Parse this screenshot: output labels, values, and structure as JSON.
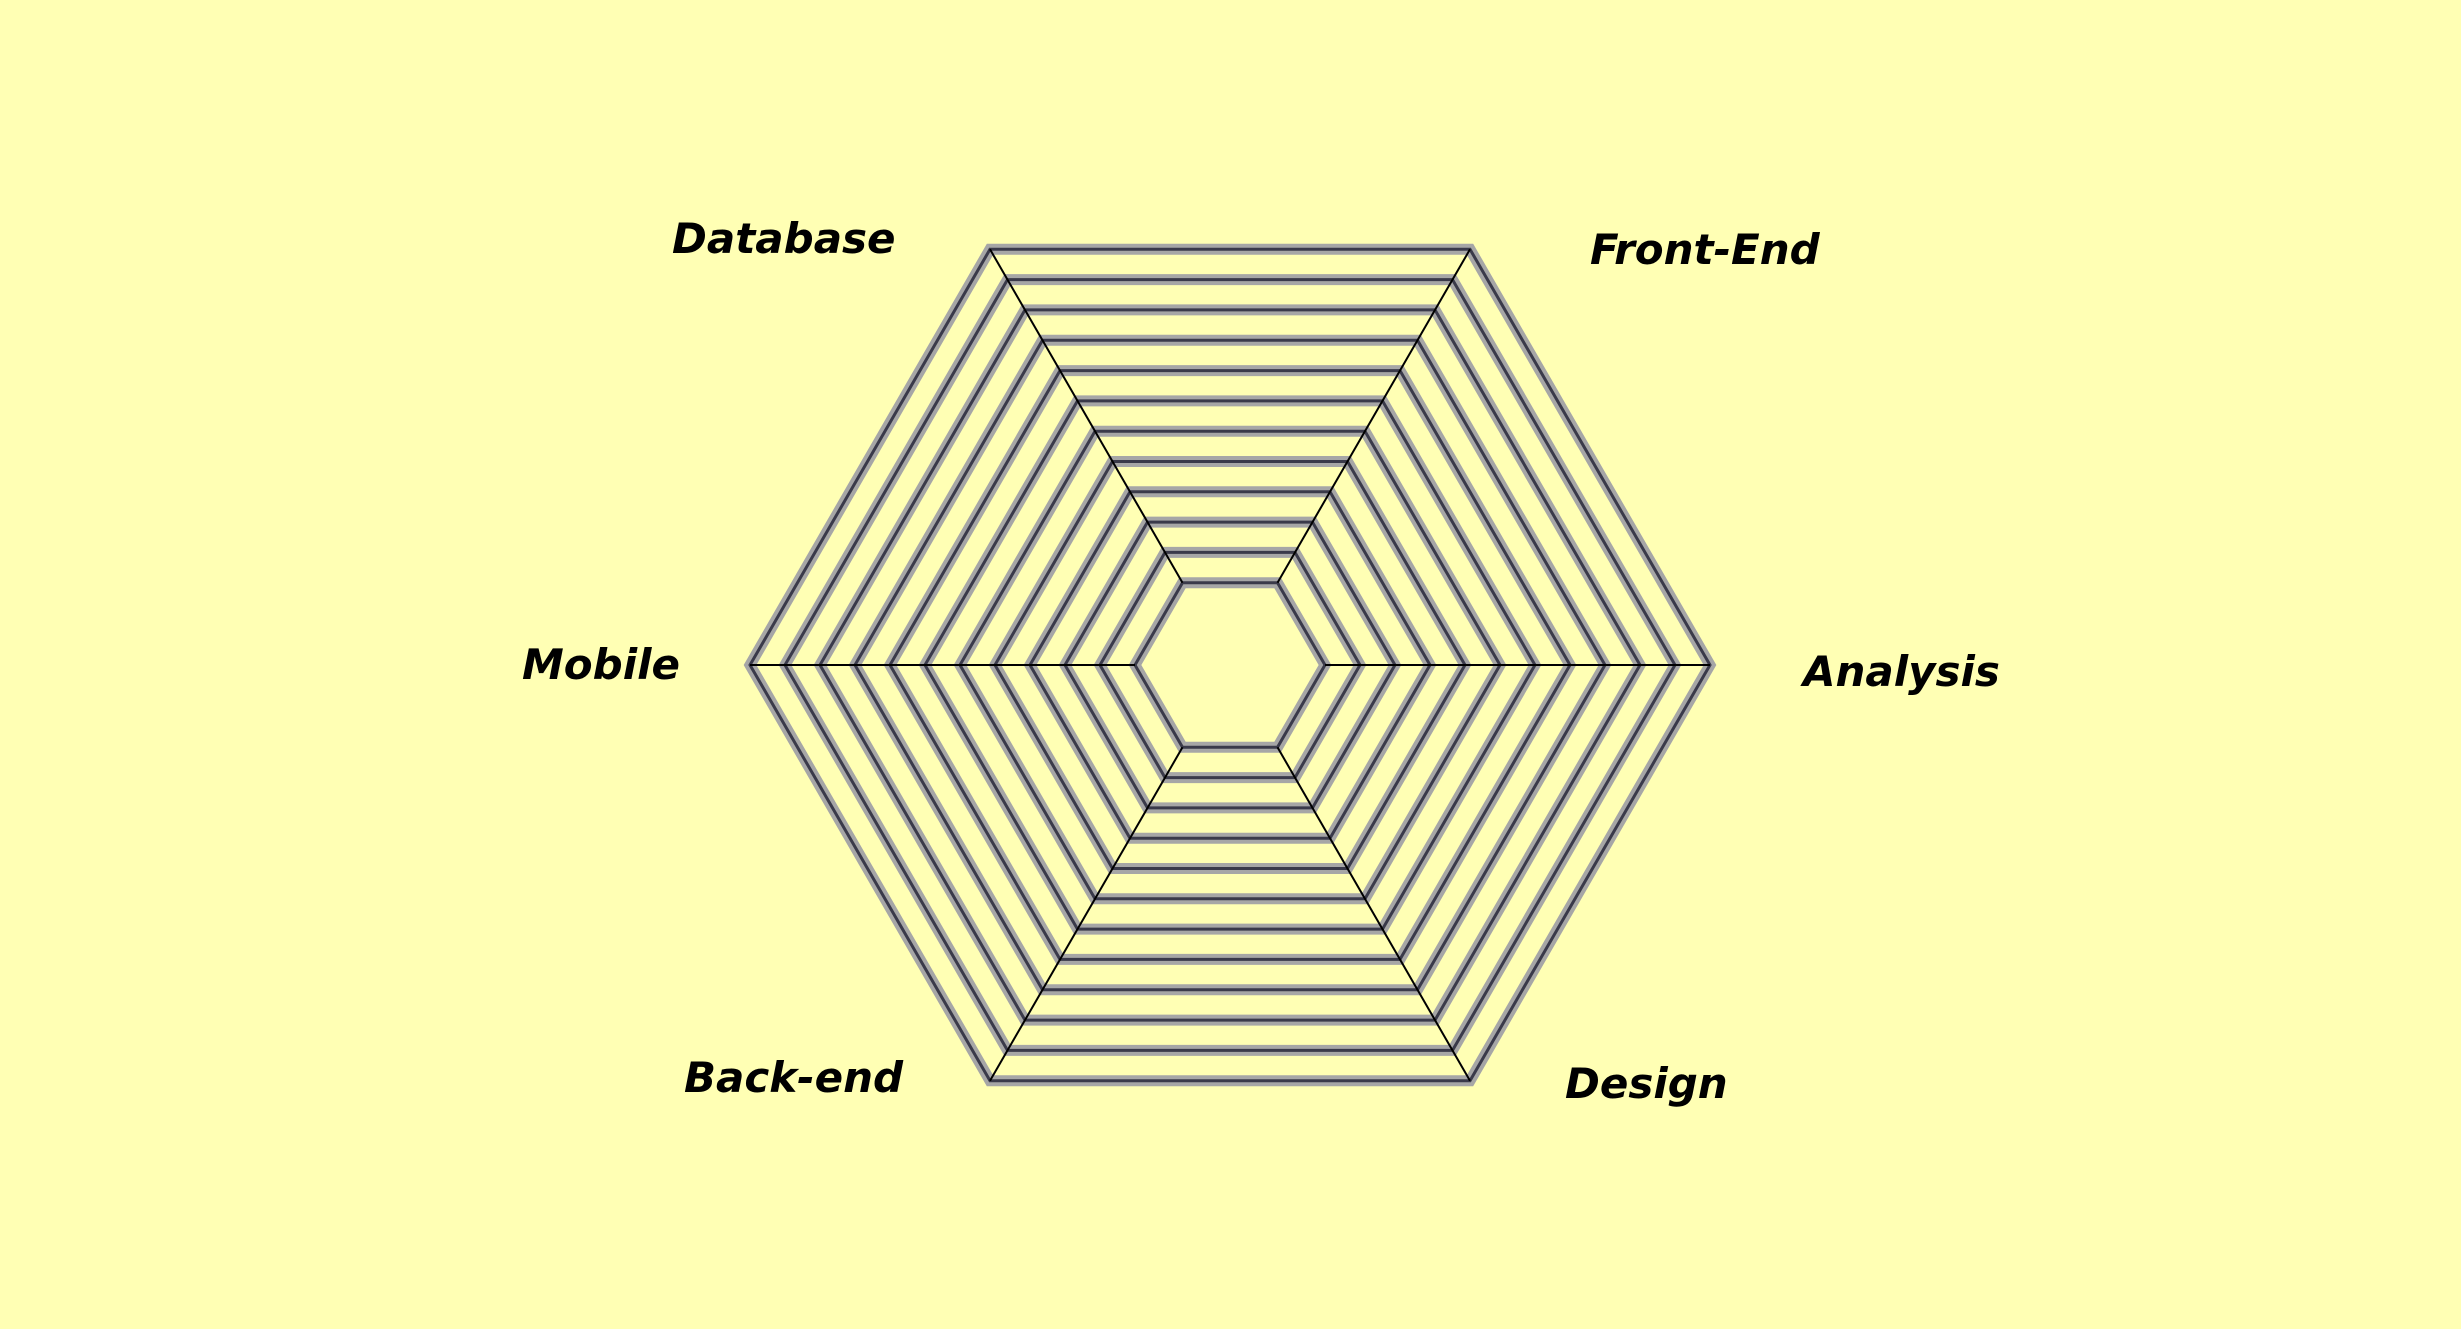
{
  "diagram": {
    "type": "radar-grid",
    "axes": [
      "Analysis",
      "Design",
      "Back-end",
      "Mobile",
      "Database",
      "Front-End"
    ],
    "ring_count": 12,
    "colors": {
      "background": "#ffffb4",
      "ring_outer": "#a6a6a6",
      "ring_inner": "#3a3a4a",
      "spoke": "#000000",
      "label": "#000000"
    }
  }
}
